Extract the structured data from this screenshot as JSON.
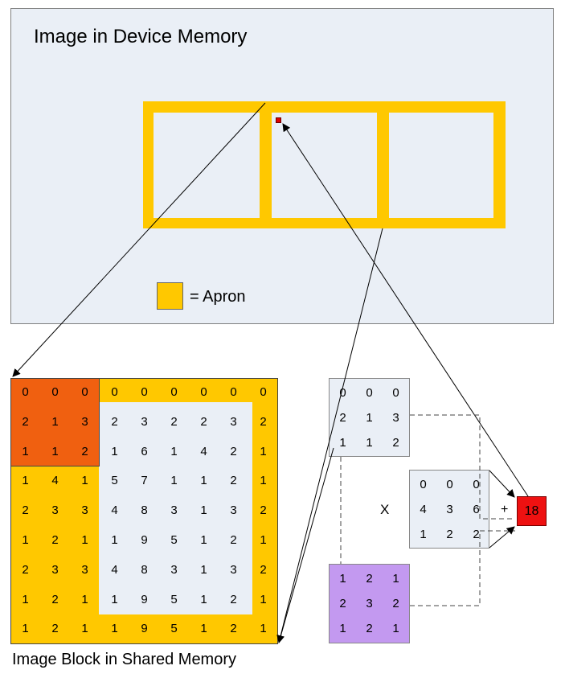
{
  "device_memory": {
    "title": "Image in Device Memory"
  },
  "legend": {
    "label": "= Apron"
  },
  "block": {
    "caption": "Image Block in Shared Memory",
    "rows": [
      [
        "0",
        "0",
        "0",
        "0",
        "0",
        "0",
        "0",
        "0",
        "0"
      ],
      [
        "2",
        "1",
        "3",
        "2",
        "3",
        "2",
        "2",
        "3",
        "2"
      ],
      [
        "1",
        "1",
        "2",
        "1",
        "6",
        "1",
        "4",
        "2",
        "1"
      ],
      [
        "1",
        "4",
        "1",
        "5",
        "7",
        "1",
        "1",
        "2",
        "1"
      ],
      [
        "2",
        "3",
        "3",
        "4",
        "8",
        "3",
        "1",
        "3",
        "2"
      ],
      [
        "1",
        "2",
        "1",
        "1",
        "9",
        "5",
        "1",
        "2",
        "1"
      ],
      [
        "2",
        "3",
        "3",
        "4",
        "8",
        "3",
        "1",
        "3",
        "2"
      ],
      [
        "1",
        "2",
        "1",
        "1",
        "9",
        "5",
        "1",
        "2",
        "1"
      ],
      [
        "1",
        "2",
        "1",
        "1",
        "9",
        "5",
        "1",
        "2",
        "1"
      ]
    ]
  },
  "matrix_a": [
    [
      "0",
      "0",
      "0"
    ],
    [
      "2",
      "1",
      "3"
    ],
    [
      "1",
      "1",
      "2"
    ]
  ],
  "matrix_b": [
    [
      "0",
      "0",
      "0"
    ],
    [
      "4",
      "3",
      "6"
    ],
    [
      "1",
      "2",
      "2"
    ]
  ],
  "matrix_c": [
    [
      "1",
      "2",
      "1"
    ],
    [
      "2",
      "3",
      "2"
    ],
    [
      "1",
      "2",
      "1"
    ]
  ],
  "operators": {
    "times": "X",
    "plus": "+"
  },
  "result": "18",
  "colors": {
    "apron": "#ffc800",
    "memory_bg": "#eaeff6",
    "corner": "#f06010",
    "kernel": "#c399f0",
    "result": "#ee1111"
  }
}
